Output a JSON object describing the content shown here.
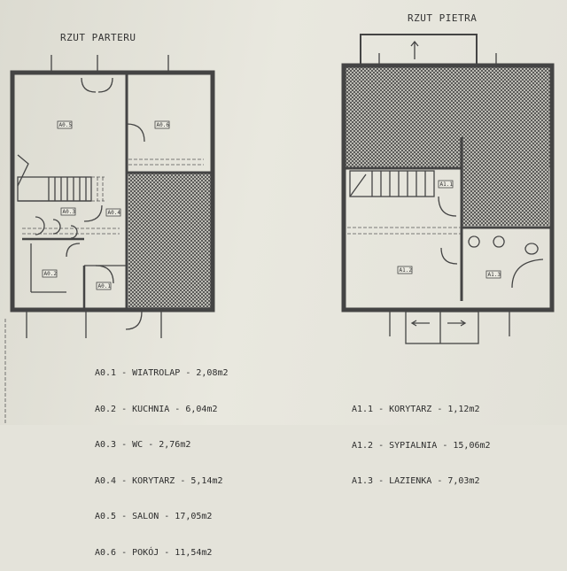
{
  "ground_floor": {
    "title": "RZUT PARTERU",
    "room_tags": [
      "A0.1",
      "A0.2",
      "A0.3",
      "A0.4",
      "A0.5",
      "A0.6"
    ],
    "legend": [
      "A0.1 - WIATROLAP - 2,08m2",
      "A0.2 - KUCHNIA - 6,04m2",
      "A0.3 - WC - 2,76m2",
      "A0.4 - KORYTARZ - 5,14m2",
      "A0.5 - SALON - 17,05m2",
      "A0.6 - POKÓJ - 11,54m2"
    ]
  },
  "upper_floor": {
    "title": "RZUT PIETRA",
    "room_tags": [
      "A1.1",
      "A1.2",
      "A1.3"
    ],
    "legend": [
      "A1.1 - KORYTARZ - 1,12m2",
      "A1.2 - SYPIALNIA - 15,06m2",
      "A1.3 - LAZIENKA - 7,03m2"
    ]
  },
  "colors": {
    "paper": "#e4e3da",
    "ink": "#444444"
  }
}
